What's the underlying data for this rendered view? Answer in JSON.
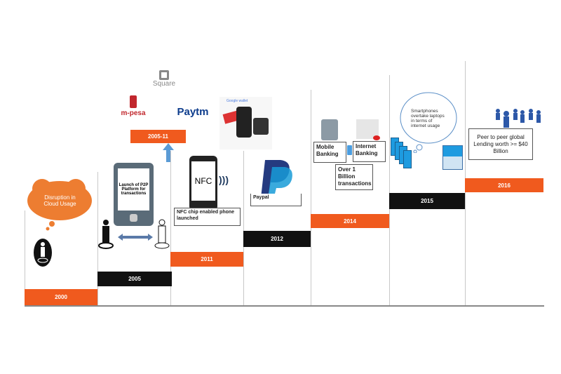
{
  "timeline": [
    {
      "year": "2000",
      "caption": "Disruption in Cloud Usage"
    },
    {
      "year": "2005",
      "caption": "Launch of P2P Platform for transactions"
    },
    {
      "year": "2011",
      "caption": "NFC chip enabled phone launched"
    },
    {
      "year": "2012",
      "caption": "Paypal"
    },
    {
      "year": "2014",
      "captions": [
        "Mobile Banking",
        "Internet Banking",
        "Over 1 Billion transactions"
      ]
    },
    {
      "year": "2015",
      "caption": "Smartphones overtake laptops in terms of internet usage"
    },
    {
      "year": "2016",
      "caption": "Peer to peer global Lending worth >= $40 Billion"
    }
  ],
  "range_label": "2005-11",
  "logos": {
    "square": "Square",
    "mpesa": "m-pesa",
    "paytm": "Paytm",
    "google_wallet": "Google wallet",
    "nfc": "NFC"
  },
  "colors": {
    "orange": "#f05a1e",
    "black": "#111111",
    "blue": "#1e9be0"
  }
}
